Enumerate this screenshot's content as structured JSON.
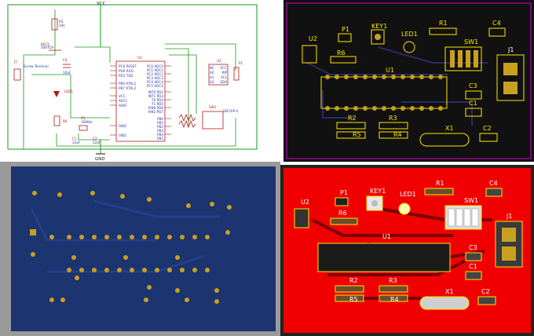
{
  "schematic": {
    "net_vcc": "VCC",
    "net_gnd": "GND",
    "ref_r5": "R5",
    "val_r5": "10k",
    "ref_key1": "KEY1",
    "val_key1": "SWITCH",
    "ref_c4": "C4",
    "val_c4": "10uF",
    "ref_j1": "J1",
    "val_j1": "Screw Terminal",
    "ref_led1": "LED1",
    "ref_r6": "R6",
    "ref_x1": "X1",
    "val_x1": "16MHz",
    "ref_c1": "C1",
    "val_c1": "22pF",
    "ref_c2": "C2",
    "val_c2": "22pF",
    "ref_u1": "U1",
    "ref_u2": "U2",
    "ref_p1": "P1",
    "ref_sw1": "SW1",
    "val_sw1": "SW DIP-4",
    "u1_left_pins": [
      "PC6 RESET",
      "PD0 RXD",
      "PD1 TXD",
      "PB6 XTAL1",
      "PB7 XTAL2",
      "VCC",
      "AVCC",
      "AREF",
      "GND",
      "GND"
    ],
    "u1_right_pins": [
      "PC0 ADC0",
      "PC1 ADC1",
      "PC2 ADC2",
      "PC3 ADC3",
      "PC4 ADC4",
      "PC5 ADC5",
      "INT0 PD2",
      "INT1 PD3",
      "T0 PD4",
      "T1 PD5",
      "AIN0 PD6",
      "AIN1 PD7",
      "PB0",
      "PB1",
      "PB2",
      "PB3",
      "PB4",
      "PB5"
    ],
    "u2_left_pins": [
      "NC",
      "A0",
      "A1",
      "A2"
    ],
    "u2_right_pins": [
      "VCC",
      "WP",
      "SCL",
      "SDA"
    ]
  },
  "pcb_top": {
    "labels": [
      "U2",
      "P1",
      "KEY1",
      "LED1",
      "R1",
      "C4",
      "SW1",
      "R6",
      "U1",
      "J1",
      "C3",
      "C1",
      "R2",
      "R3",
      "R5",
      "R4",
      "X1",
      "C2"
    ]
  },
  "pcb_3d": {
    "labels": [
      "U2",
      "P1",
      "KEY1",
      "LED1",
      "R1",
      "C4",
      "SW1",
      "R6",
      "U1",
      "J1",
      "C3",
      "C1",
      "R2",
      "R3",
      "R5",
      "R4",
      "X1",
      "C2"
    ]
  },
  "colors": {
    "schematic_bg": "#ffffff",
    "schematic_wire": "#1a9a1a",
    "schematic_symbol": "#b01818",
    "schematic_pin_text": "#2a3aa8",
    "pcb_board": "#111111",
    "pcb_outline": "#d400d4",
    "pcb_silkscreen": "#ffe600",
    "pcb_pad": "#c8a020",
    "bottom_board": "#1c3470",
    "bottom_frame": "#9a9a9a",
    "render_board": "#f00000",
    "render_trace": "#7a0000"
  }
}
